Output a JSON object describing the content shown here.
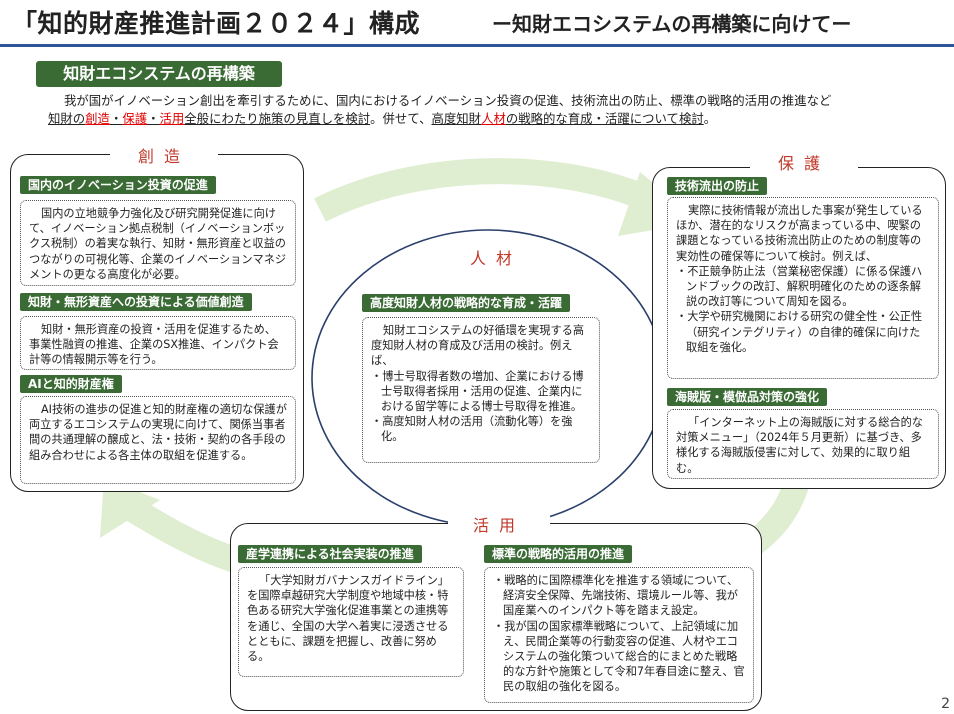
{
  "header": {
    "title": "「知的財産推進計画２０２４」構成",
    "subtitle": "ー知財エコシステムの再構築に向けてー"
  },
  "main": {
    "badge": "知財エコシステムの再構築",
    "intro": {
      "line1": "我が国がイノベーション創出を牽引するために、国内におけるイノベーション投資の促進、技術流出の防止、標準の戦略的活用の推進など",
      "l2_a": "知財の",
      "l2_b": "創造",
      "l2_c": "・",
      "l2_d": "保護",
      "l2_e": "・",
      "l2_f": "活用",
      "l2_g": "全般にわたり施策の見直しを検討",
      "l2_h": "。併せて、",
      "l2_i": "高度知財",
      "l2_j": "人材",
      "l2_k": "の戦略的な育成・活躍について検討",
      "l2_l": "。"
    }
  },
  "creation": {
    "title": "創造",
    "items": [
      {
        "badge": "国内のイノベーション投資の促進",
        "text": "国内の立地競争力強化及び研究開発促進に向けて、イノベーション拠点税制（イノベーションボックス税制）の着実な執行、知財・無形資産と収益のつながりの可視化等、企業のイノベーションマネジメントの更なる高度化が必要。"
      },
      {
        "badge": "知財・無形資産への投資による価値創造",
        "text": "知財・無形資産の投資・活用を促進するため、事業性融資の推進、企業のSX推進、インパクト会計等の情報開示等を行う。"
      },
      {
        "badge": "AIと知的財産権",
        "text": "AI技術の進歩の促進と知的財産権の適切な保護が両立するエコシステムの実現に向けて、関係当事者間の共通理解の醸成と、法・技術・契約の各手段の組み合わせによる各主体の取組を促進する。"
      }
    ]
  },
  "protection": {
    "title": "保護",
    "items": [
      {
        "badge": "技術流出の防止",
        "lines": [
          "実際に技術情報が流出した事案が発生しているほか、潜在的なリスクが高まっている中、喫緊の課題となっている技術流出防止のための制度等の実効性の確保等について検討。例えば、",
          "・不正競争防止法（営業秘密保護）に係る保護ハンドブックの改訂、解釈明確化のための逐条解説の改訂等について周知を図る。",
          "・大学や研究機関における研究の健全性・公正性（研究インテグリティ）の自律的確保に向けた取組を強化。"
        ]
      },
      {
        "badge": "海賊版・模倣品対策の強化",
        "text": "「インターネット上の海賊版に対する総合的な対策メニュー」（2024年５月更新）に基づき、多様化する海賊版侵害に対して、効果的に取り組む。"
      }
    ]
  },
  "talent": {
    "title": "人材",
    "badge": "高度知財人材の戦略的な育成・活躍",
    "lines": [
      "知財エコシステムの好循環を実現する高度知財人材の育成及び活用の検討。例えば、",
      "・博士号取得者数の増加、企業における博士号取得者採用・活用の促進、企業内における留学等による博士号取得を推進。",
      "・高度知財人材の活用（流動化等）を強化。"
    ]
  },
  "utilization": {
    "title": "活用",
    "items": [
      {
        "badge": "産学連携による社会実装の推進",
        "text": "「大学知財ガバナンスガイドライン」を国際卓越研究大学制度や地域中核・特色ある研究大学強化促進事業との連携等を通じ、全国の大学へ着実に浸透させるとともに、課題を把握し、改善に努める。"
      },
      {
        "badge": "標準の戦略的活用の推進",
        "lines": [
          "・戦略的に国際標準化を推進する領域について、経済安全保障、先端技術、環境ルール等、我が国産業へのインパクト等を踏まえ設定。",
          "・我が国の国家標準戦略について、上記領域に加え、民間企業等の行動変容の促進、人材やエコシステムの強化策ついて総合的にまとめた戦略的な方針や施策として令和7年春目途に整え、官民の取組の強化を図る。"
        ]
      }
    ]
  },
  "page_number": "2",
  "colors": {
    "badge_green": "#3a6b35",
    "arrow_green": "#dfeed0",
    "section_red": "#c0392b",
    "title_rule": "#2f5597",
    "talent_border": "#2a3f6b"
  }
}
